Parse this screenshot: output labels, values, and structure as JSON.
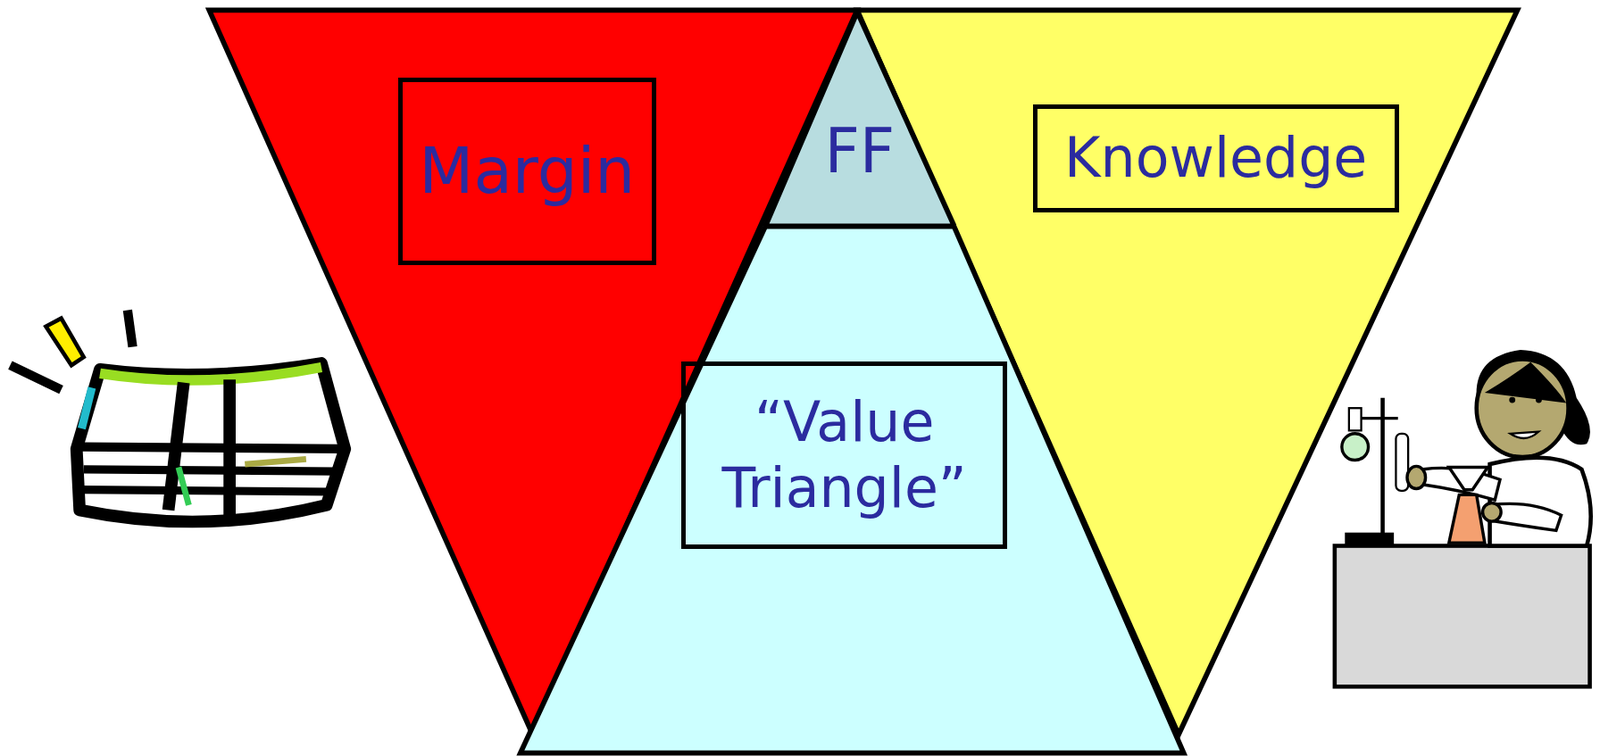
{
  "diagram": {
    "nodes": [
      {
        "text": [
          "Margin"
        ]
      },
      {
        "text": [
          "FF"
        ]
      },
      {
        "text": [
          "Knowledge"
        ]
      },
      {
        "text": [
          "“Value Triangle”"
        ]
      }
    ]
  }
}
